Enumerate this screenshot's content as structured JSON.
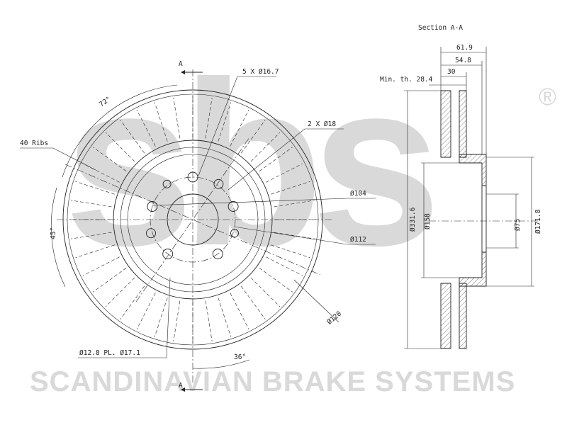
{
  "brand": {
    "watermark": "sbs",
    "registered_mark": "®",
    "footer": "SCANDINAVIAN BRAKE SYSTEMS",
    "colors": {
      "watermark": "#d9d9d9",
      "lines": "#222222",
      "background": "#ffffff"
    }
  },
  "front_view": {
    "section_mark": "A",
    "labels": {
      "bolt_holes": "5 X Ø16.7",
      "extra_holes": "2 X Ø18",
      "ribs": "40 Ribs",
      "dia_104": "Ø104",
      "dia_112": "Ø112",
      "dia_120": "Ø120",
      "small_holes": "Ø12.8 PL. Ø17.1",
      "angle_72": "72°",
      "angle_45": "45°",
      "angle_36": "36°"
    }
  },
  "section_view": {
    "title": "Section A-A",
    "labels": {
      "width_61_9": "61.9",
      "width_54_8": "54.8",
      "width_30": "30",
      "min_thickness": "Min. th. 28.4",
      "dia_331_6": "Ø331.6",
      "dia_158": "Ø158",
      "dia_75": "Ø75",
      "dia_171_8": "Ø171.8"
    }
  }
}
